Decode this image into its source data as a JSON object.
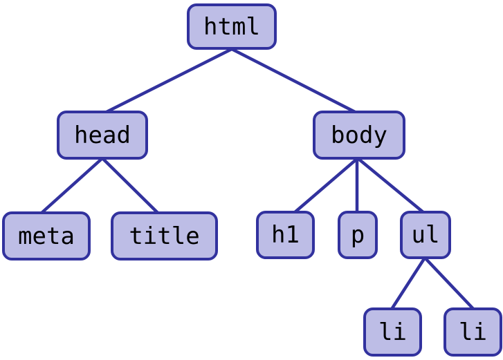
{
  "diagram": {
    "type": "tree",
    "nodes": [
      {
        "id": "html",
        "label": "html"
      },
      {
        "id": "head",
        "label": "head"
      },
      {
        "id": "body",
        "label": "body"
      },
      {
        "id": "meta",
        "label": "meta"
      },
      {
        "id": "title",
        "label": "title"
      },
      {
        "id": "h1",
        "label": "h1"
      },
      {
        "id": "p",
        "label": "p"
      },
      {
        "id": "ul",
        "label": "ul"
      },
      {
        "id": "li-1",
        "label": "li"
      },
      {
        "id": "li-2",
        "label": "li"
      }
    ],
    "edges": [
      {
        "from": "html",
        "to": "head"
      },
      {
        "from": "html",
        "to": "body"
      },
      {
        "from": "head",
        "to": "meta"
      },
      {
        "from": "head",
        "to": "title"
      },
      {
        "from": "body",
        "to": "h1"
      },
      {
        "from": "body",
        "to": "p"
      },
      {
        "from": "body",
        "to": "ul"
      },
      {
        "from": "ul",
        "to": "li-1"
      },
      {
        "from": "ul",
        "to": "li-2"
      }
    ],
    "colors": {
      "node_fill": "#bdbde6",
      "node_border": "#32329e",
      "edge": "#32329e",
      "text": "#000000",
      "background": "#ffffff"
    }
  }
}
